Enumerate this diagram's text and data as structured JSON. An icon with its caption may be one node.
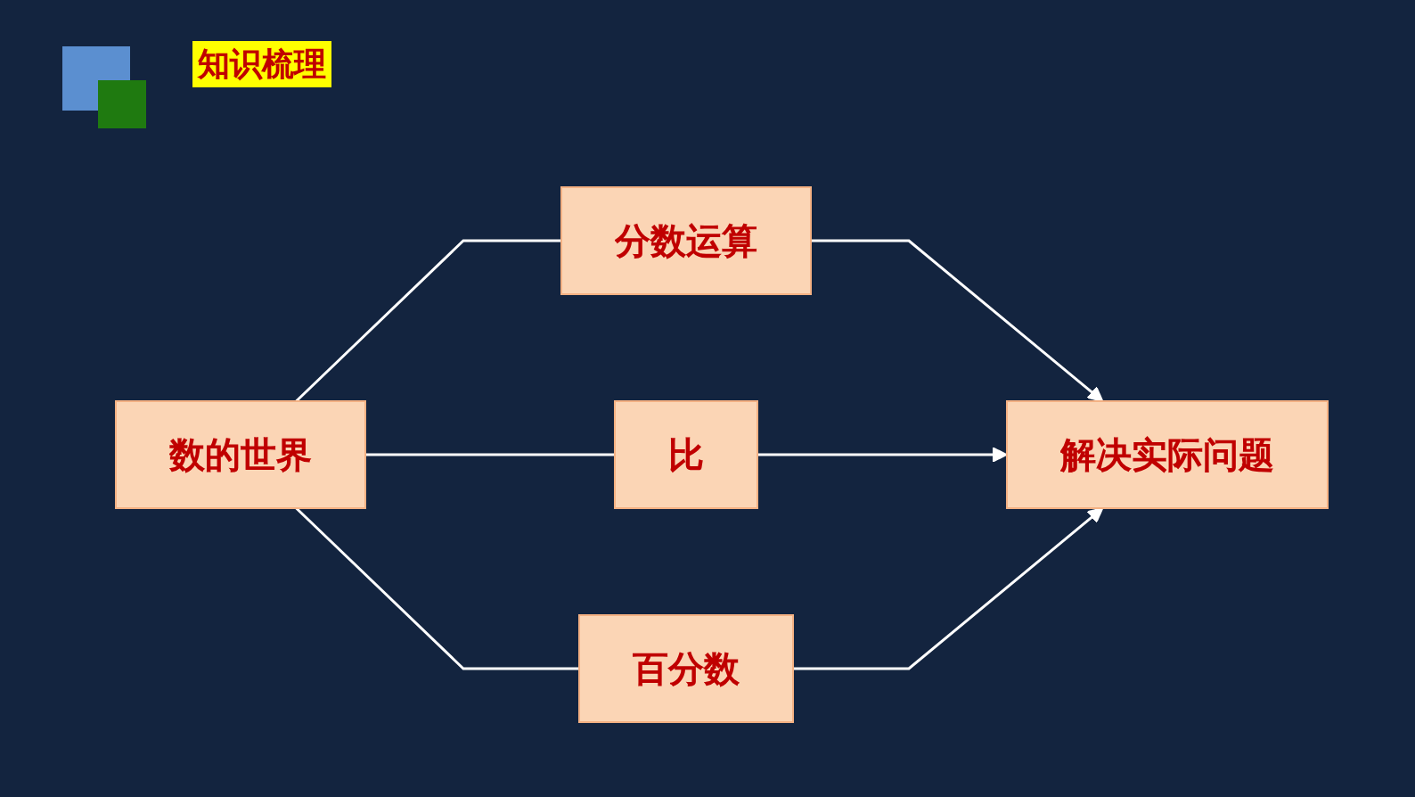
{
  "diagram": {
    "title": "知识梳理",
    "nodes": [
      {
        "text": [
          "数的世界"
        ]
      },
      {
        "text": [
          "分数运算"
        ]
      },
      {
        "text": [
          "比"
        ]
      },
      {
        "text": [
          "百分数"
        ]
      },
      {
        "text": [
          "解决实际问题"
        ]
      }
    ],
    "edges": [
      {
        "from": 0,
        "to": 1,
        "arrow": "none"
      },
      {
        "from": 0,
        "to": 2,
        "arrow": "none"
      },
      {
        "from": 0,
        "to": 3,
        "arrow": "none"
      },
      {
        "from": 1,
        "to": 4,
        "arrow": "to"
      },
      {
        "from": 2,
        "to": 4,
        "arrow": "to"
      },
      {
        "from": 3,
        "to": 4,
        "arrow": "to"
      }
    ]
  }
}
